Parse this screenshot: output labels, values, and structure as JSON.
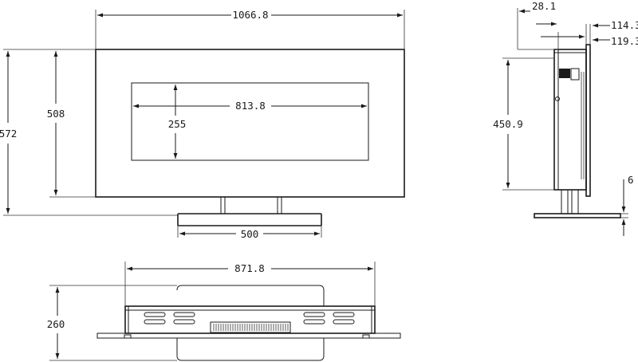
{
  "dimensions": {
    "overall_width": "1066.8",
    "screen_width": "813.8",
    "screen_height": "255",
    "body_height": "508",
    "overall_height": "572",
    "stand_width": "500",
    "top_width": "871.8",
    "depth": "260",
    "side_offset_1": "28.1",
    "side_offset_2": "114.3",
    "side_offset_3": "119.3",
    "side_height": "450.9",
    "base_thickness": "6"
  }
}
